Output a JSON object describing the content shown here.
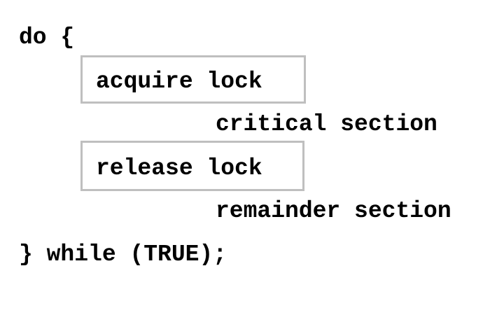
{
  "code": {
    "do_line": "do {",
    "acquire": "acquire lock",
    "critical": "critical section",
    "release": "release lock",
    "remainder": "remainder section",
    "while_line": "} while (TRUE);"
  },
  "colors": {
    "text": "#000000",
    "box_border": "#bfbfbf",
    "background": "#ffffff"
  }
}
